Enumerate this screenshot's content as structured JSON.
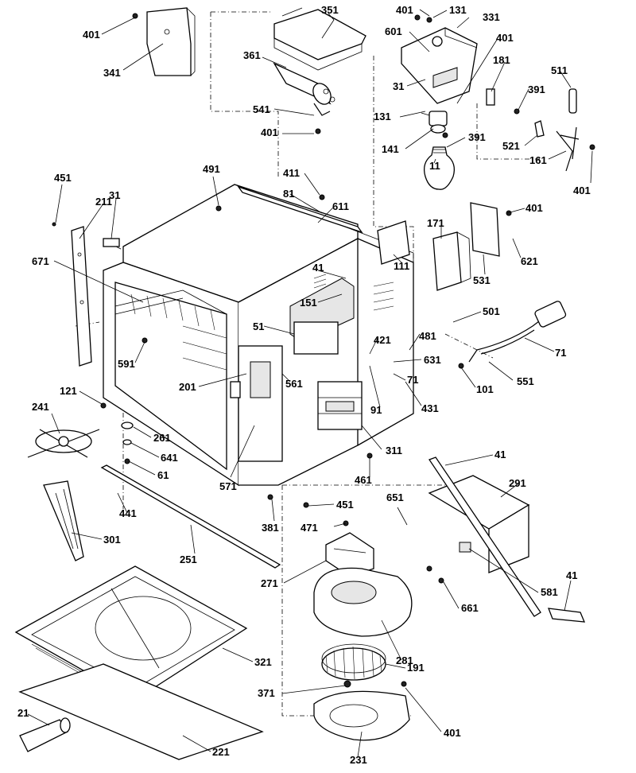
{
  "labels": [
    {
      "id": "401a",
      "text": "401"
    },
    {
      "id": "341",
      "text": "341"
    },
    {
      "id": "351",
      "text": "351"
    },
    {
      "id": "361",
      "text": "361"
    },
    {
      "id": "541",
      "text": "541"
    },
    {
      "id": "401b",
      "text": "401"
    },
    {
      "id": "401c",
      "text": "401"
    },
    {
      "id": "131a",
      "text": "131"
    },
    {
      "id": "331",
      "text": "331"
    },
    {
      "id": "601",
      "text": "601"
    },
    {
      "id": "401d",
      "text": "401"
    },
    {
      "id": "31a",
      "text": "31"
    },
    {
      "id": "181",
      "text": "181"
    },
    {
      "id": "511",
      "text": "511"
    },
    {
      "id": "391a",
      "text": "391"
    },
    {
      "id": "131b",
      "text": "131"
    },
    {
      "id": "141",
      "text": "141"
    },
    {
      "id": "391b",
      "text": "391"
    },
    {
      "id": "521",
      "text": "521"
    },
    {
      "id": "11",
      "text": "11"
    },
    {
      "id": "161",
      "text": "161"
    },
    {
      "id": "401e",
      "text": "401"
    },
    {
      "id": "451a",
      "text": "451"
    },
    {
      "id": "211",
      "text": "211"
    },
    {
      "id": "31b",
      "text": "31"
    },
    {
      "id": "491",
      "text": "491"
    },
    {
      "id": "411",
      "text": "411"
    },
    {
      "id": "81",
      "text": "81"
    },
    {
      "id": "611",
      "text": "611"
    },
    {
      "id": "401f",
      "text": "401"
    },
    {
      "id": "171",
      "text": "171"
    },
    {
      "id": "621",
      "text": "621"
    },
    {
      "id": "671",
      "text": "671"
    },
    {
      "id": "111",
      "text": "111"
    },
    {
      "id": "41a",
      "text": "41"
    },
    {
      "id": "531",
      "text": "531"
    },
    {
      "id": "151",
      "text": "151"
    },
    {
      "id": "501",
      "text": "501"
    },
    {
      "id": "51",
      "text": "51"
    },
    {
      "id": "421",
      "text": "421"
    },
    {
      "id": "481",
      "text": "481"
    },
    {
      "id": "71a",
      "text": "71"
    },
    {
      "id": "591",
      "text": "591"
    },
    {
      "id": "631",
      "text": "631"
    },
    {
      "id": "71b",
      "text": "71"
    },
    {
      "id": "551",
      "text": "551"
    },
    {
      "id": "201",
      "text": "201"
    },
    {
      "id": "561",
      "text": "561"
    },
    {
      "id": "101",
      "text": "101"
    },
    {
      "id": "121",
      "text": "121"
    },
    {
      "id": "91",
      "text": "91"
    },
    {
      "id": "431",
      "text": "431"
    },
    {
      "id": "241",
      "text": "241"
    },
    {
      "id": "261",
      "text": "261"
    },
    {
      "id": "641",
      "text": "641"
    },
    {
      "id": "311",
      "text": "311"
    },
    {
      "id": "61",
      "text": "61"
    },
    {
      "id": "41b",
      "text": "41"
    },
    {
      "id": "571",
      "text": "571"
    },
    {
      "id": "461",
      "text": "461"
    },
    {
      "id": "291",
      "text": "291"
    },
    {
      "id": "441",
      "text": "441"
    },
    {
      "id": "451b",
      "text": "451"
    },
    {
      "id": "651",
      "text": "651"
    },
    {
      "id": "381",
      "text": "381"
    },
    {
      "id": "471",
      "text": "471"
    },
    {
      "id": "301",
      "text": "301"
    },
    {
      "id": "251",
      "text": "251"
    },
    {
      "id": "271",
      "text": "271"
    },
    {
      "id": "41c",
      "text": "41"
    },
    {
      "id": "581",
      "text": "581"
    },
    {
      "id": "661",
      "text": "661"
    },
    {
      "id": "281",
      "text": "281"
    },
    {
      "id": "321",
      "text": "321"
    },
    {
      "id": "191",
      "text": "191"
    },
    {
      "id": "371",
      "text": "371"
    },
    {
      "id": "21",
      "text": "21"
    },
    {
      "id": "401g",
      "text": "401"
    },
    {
      "id": "221",
      "text": "221"
    },
    {
      "id": "231",
      "text": "231"
    }
  ]
}
